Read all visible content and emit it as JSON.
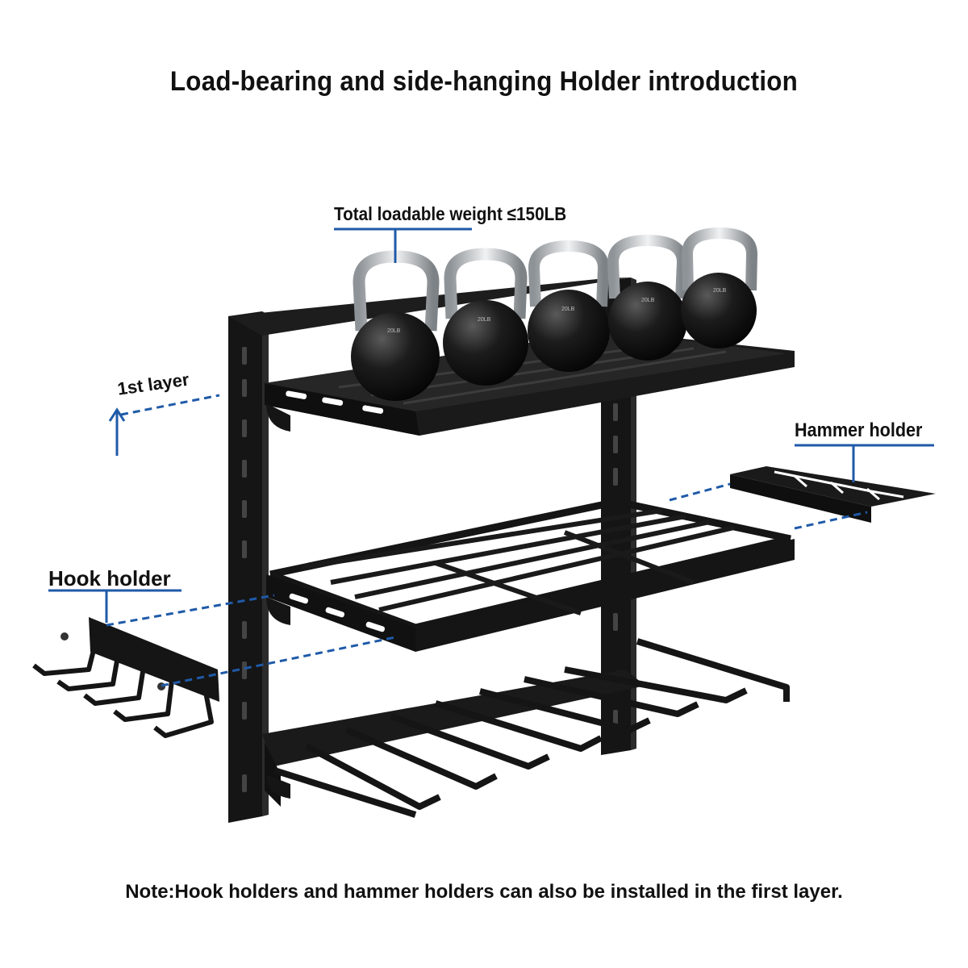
{
  "title": "Load-bearing and side-hanging Holder introduction",
  "labels": {
    "total_weight": "Total loadable weight ≤150LB",
    "first_layer": "1st layer",
    "hammer_holder": "Hammer holder",
    "hook_holder": "Hook holder"
  },
  "note": "Note:Hook holders and hammer holders can also be installed in the first layer.",
  "kettlebell_mark": "20LB",
  "colors": {
    "rack": "#151515",
    "rack_edge": "#3a3a3a",
    "callout_line": "#1f5aa8",
    "text": "#111111",
    "handle": "#bfc3c7"
  }
}
